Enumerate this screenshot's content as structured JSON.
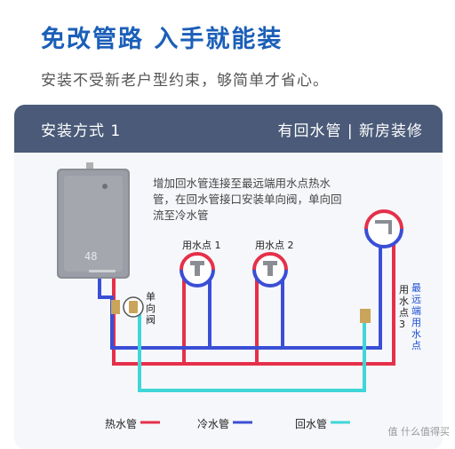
{
  "headline": "免改管路 入手就能装",
  "subline": "安装不受新老户型约束，够简单才省心。",
  "card": {
    "title": "安装方式 1",
    "tag": "有回水管 | 新房装修"
  },
  "description": "增加回水管连接至最远端用水点热水管，在回水管接口安装单向阀，单向回流至冷水管",
  "heater": {
    "display": "48"
  },
  "valve_label": "单向阀",
  "points": [
    {
      "label": "用水点 1"
    },
    {
      "label": "用水点 2"
    },
    {
      "label": "用水点 3",
      "extra": "最远端用水点"
    }
  ],
  "legend": [
    {
      "label": "热水管",
      "color": "#e5304a"
    },
    {
      "label": "冷水管",
      "color": "#3a4fd6"
    },
    {
      "label": "回水管",
      "color": "#3fd6d8"
    }
  ],
  "watermark": "值 什么值得买"
}
